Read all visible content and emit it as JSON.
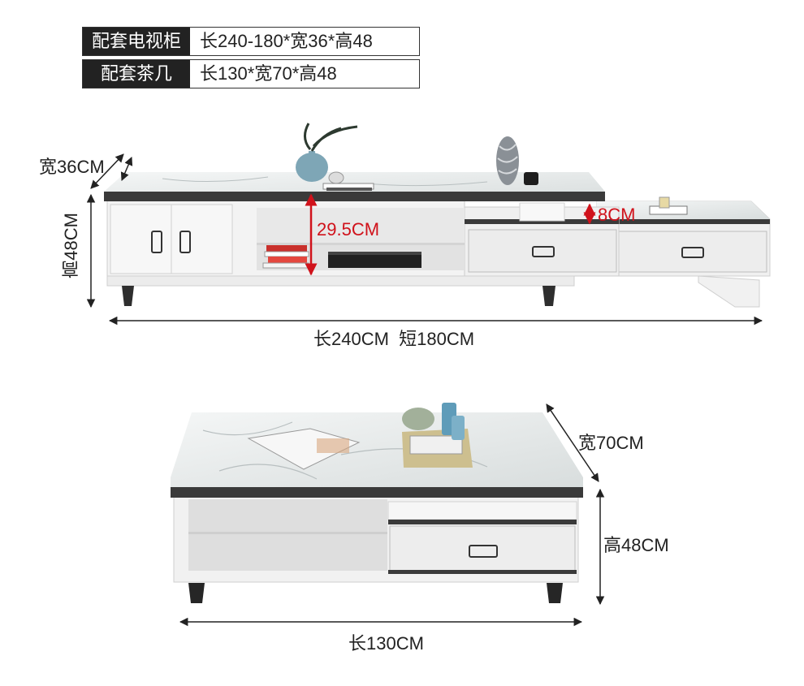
{
  "specs": [
    {
      "key": "配套电视柜",
      "value": "长240-180*宽36*高48"
    },
    {
      "key": "配套茶几",
      "value": "长130*宽70*高48"
    }
  ],
  "tv_cabinet": {
    "width_label": "宽36CM",
    "height_label": "高48CM",
    "gap_label": "29.5CM",
    "drawer_label": "8CM",
    "length_label": "长240CM  短180CM"
  },
  "coffee_table": {
    "width_label": "宽70CM",
    "height_label": "高48CM",
    "length_label": "长130CM"
  },
  "colors": {
    "dimension_red": "#d0121b",
    "cabinet_white": "#f2f2f2",
    "marble": "#e9ecec",
    "trim_dark": "#3a3a3a"
  }
}
